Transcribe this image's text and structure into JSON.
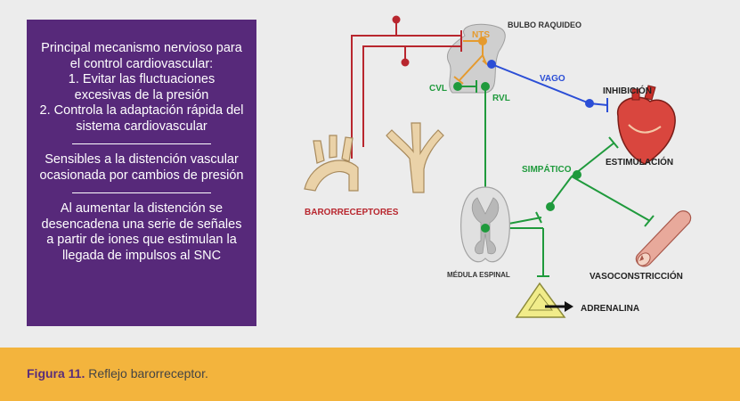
{
  "info_box": {
    "para1_lines": [
      "Principal mecanismo nervioso para",
      "el control cardiovascular:",
      "1. Evitar las fluctuaciones",
      "excesivas de la presión",
      "2. Controla la adaptación rápida del",
      "sistema cardiovascular"
    ],
    "para2_lines": [
      "Sensibles a la distención vascular",
      "ocasionada por cambios de presión"
    ],
    "para3_lines": [
      "Al aumentar la distención se",
      "desencadena una serie de señales",
      "a partir de iones que estimulan la",
      "llegada de impulsos al SNC"
    ]
  },
  "diagram": {
    "labels": {
      "bulbo": "BULBO RAQUIDEO",
      "nts": "NTS",
      "cvl": "CVL",
      "rvl": "RVL",
      "vago": "VAGO",
      "inhibicion": "INHIBICIÓN",
      "estimulacion": "ESTIMULACIÓN",
      "simpatico": "SIMPÁTICO",
      "barorreceptores": "BARORRECEPTORES",
      "medula": "MÉDULA ESPINAL",
      "vasoconstriccion": "VASOCONSTRICCIÓN",
      "adrenalina": "ADRENALINA"
    },
    "colors": {
      "red": "#b8262e",
      "green": "#1f9a3c",
      "blue": "#2b4ed6",
      "orange": "#e59a2e",
      "purple": "#57297a"
    }
  },
  "caption": {
    "label": "Figura 11.",
    "text": " Reflejo barorreceptor."
  }
}
